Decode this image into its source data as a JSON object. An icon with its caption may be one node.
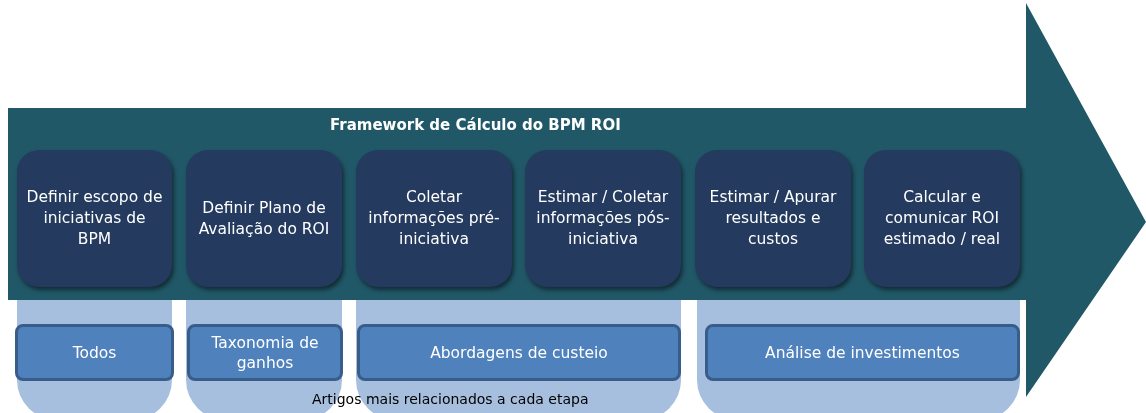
{
  "diagram": {
    "nodes": [
      {
        "text": [
          "Framework de Cálculo do BPM ROI"
        ]
      },
      {
        "text": [
          "Definir escopo de iniciativas de BPM"
        ],
        "in": 0
      },
      {
        "text": [
          "Definir Plano de Avaliação do ROI"
        ],
        "in": 0
      },
      {
        "text": [
          "Coletar informações pré-iniciativa"
        ],
        "in": 0
      },
      {
        "text": [
          "Estimar / Coletar informações pós-iniciativa"
        ],
        "in": 0
      },
      {
        "text": [
          "Estimar / Apurar resultados e custos"
        ],
        "in": 0
      },
      {
        "text": [
          "Calcular e comunicar ROI estimado / real"
        ],
        "in": 0
      },
      {
        "text": [
          "Todos"
        ]
      },
      {
        "text": [
          "Taxonomia de ganhos"
        ]
      },
      {
        "text": [
          "Abordagens de custeio"
        ]
      },
      {
        "text": [
          "Análise de investimentos"
        ]
      }
    ],
    "labels": [
      "Artigos mais relacionados a cada etapa"
    ]
  }
}
